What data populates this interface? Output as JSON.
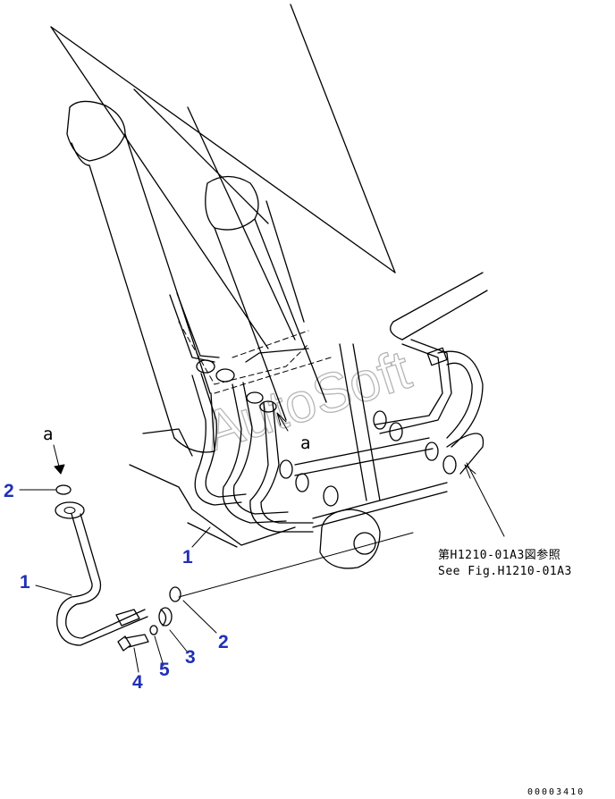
{
  "watermark": "AutoSoft",
  "view_marks": {
    "top": "a",
    "inner": "a"
  },
  "callouts": {
    "pipe_left": "1",
    "pipe_center": "1",
    "oring_top": "2",
    "oring_right": "2",
    "split_flange": "3",
    "bolt": "4",
    "washer": "5"
  },
  "reference": {
    "line1": "第H1210-01A3図参照",
    "line2": "See Fig.H1210-01A3"
  },
  "document_number": "00003410"
}
